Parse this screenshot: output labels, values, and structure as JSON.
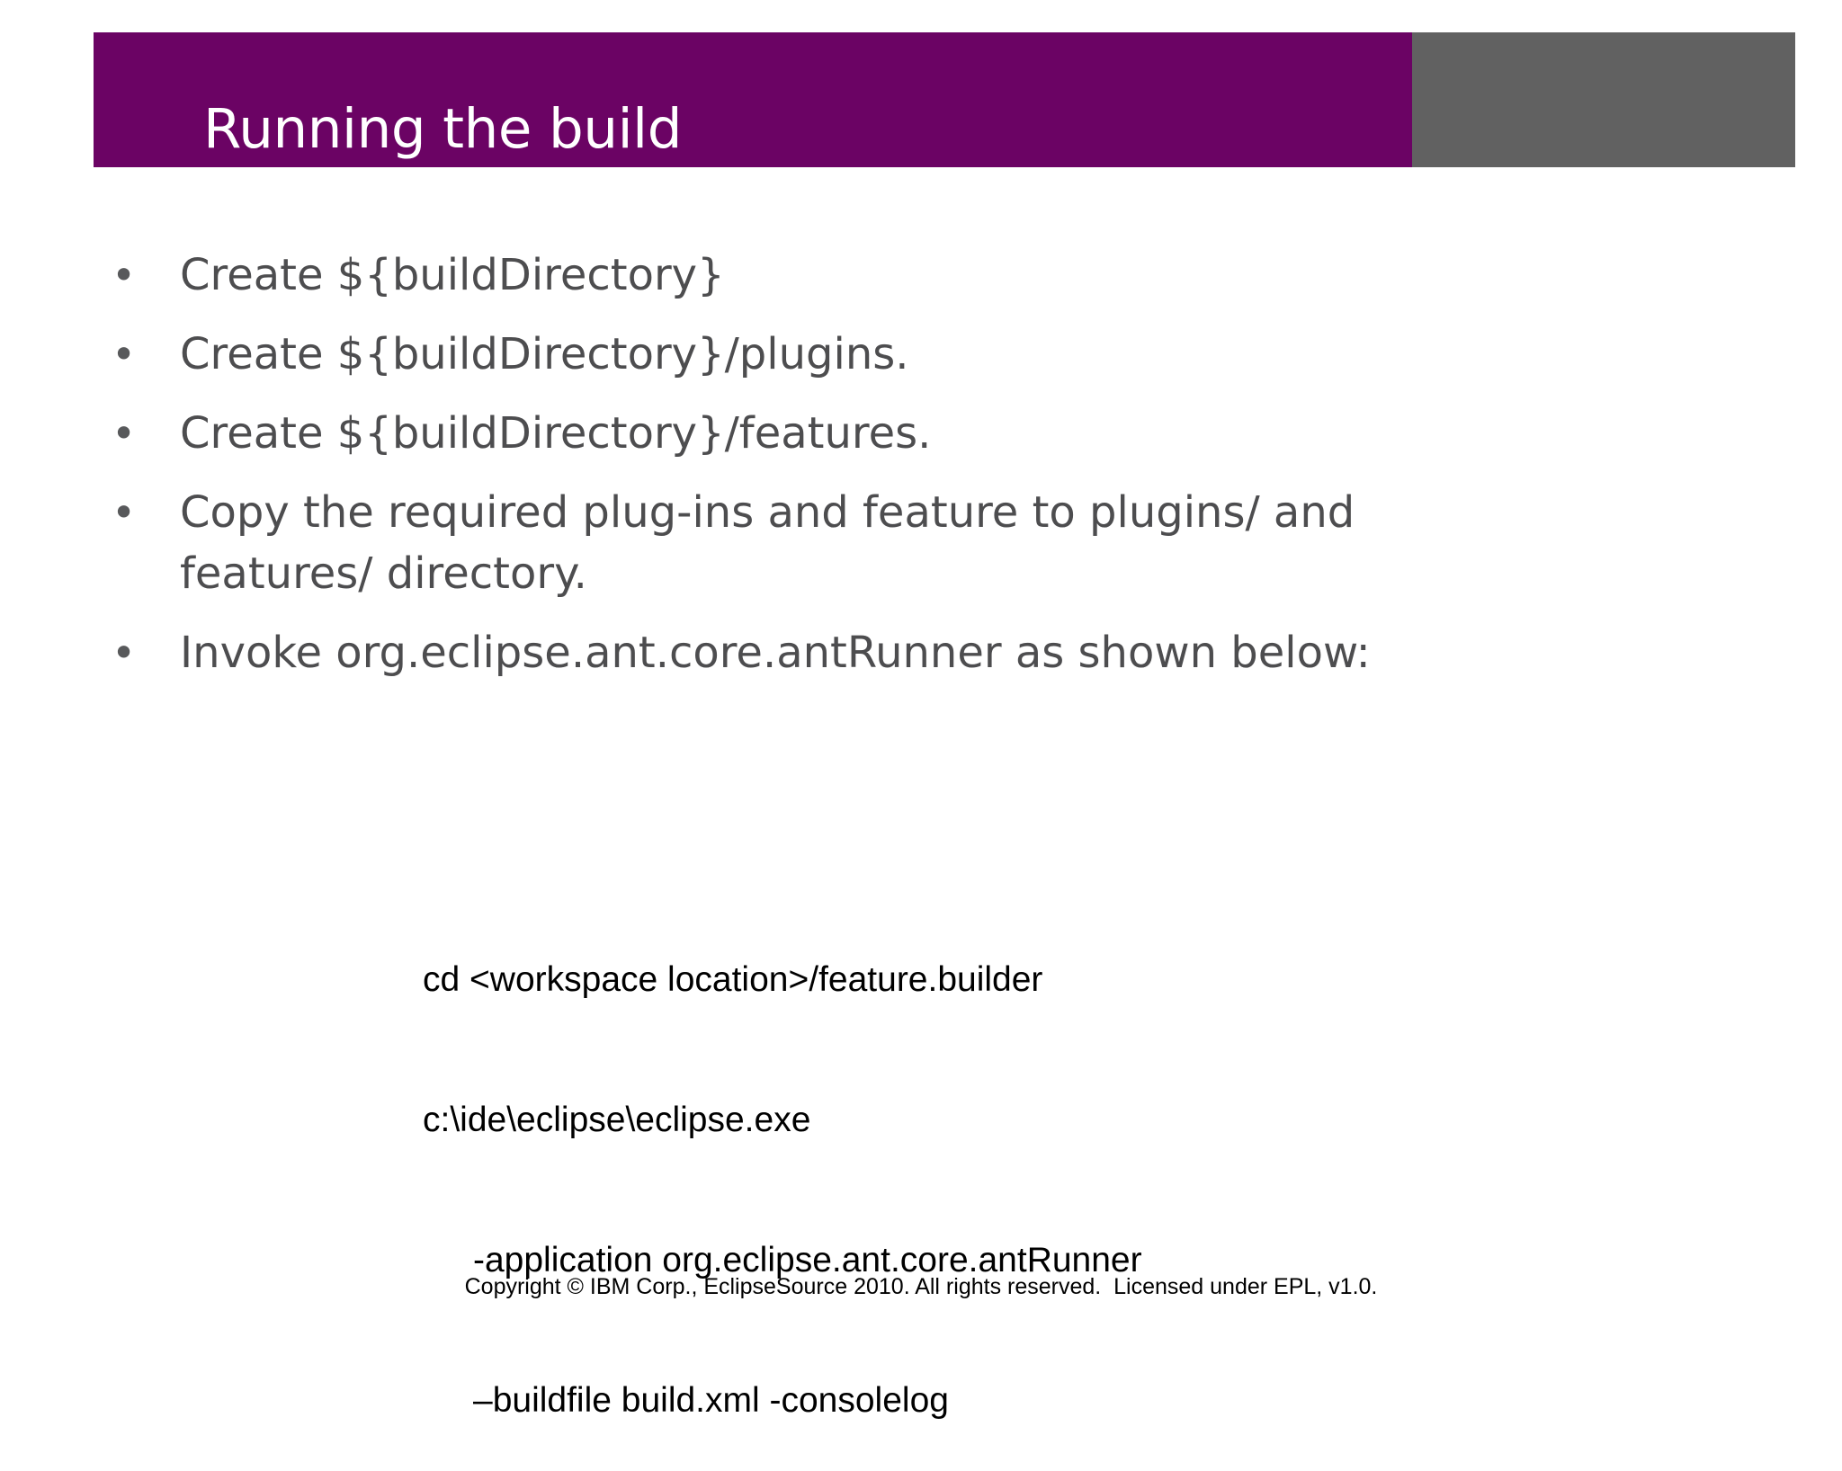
{
  "slide": {
    "title": "Running the build",
    "theme": {
      "title_bar_color": "#6B0364",
      "accent_block_color": "#616161",
      "body_text_color": "#4D4D4F",
      "background_color": "#FFFFFF",
      "code_text_color": "#000000"
    },
    "bullets": [
      {
        "marker": "•",
        "text": "Create ${buildDirectory}"
      },
      {
        "marker": "•",
        "text": "Create ${buildDirectory}/plugins."
      },
      {
        "marker": "•",
        "text": "Create ${buildDirectory}/features."
      },
      {
        "marker": "•",
        "text": "Copy the required plug-ins and feature to plugins/ and features/ directory."
      },
      {
        "marker": "•",
        "text": "Invoke org.eclipse.ant.core.antRunner as shown below:"
      }
    ],
    "code_block": {
      "lines": [
        {
          "text": "cd <workspace location>/feature.builder",
          "indented": false
        },
        {
          "text": "c:\\ide\\eclipse\\eclipse.exe",
          "indented": false
        },
        {
          "text": "-application org.eclipse.ant.core.antRunner",
          "indented": true
        },
        {
          "text": "–buildfile build.xml -consolelog",
          "indented": true
        }
      ]
    },
    "footer": "Copyright © IBM Corp., EclipseSource 2010. All rights reserved.  Licensed under EPL, v1.0."
  }
}
